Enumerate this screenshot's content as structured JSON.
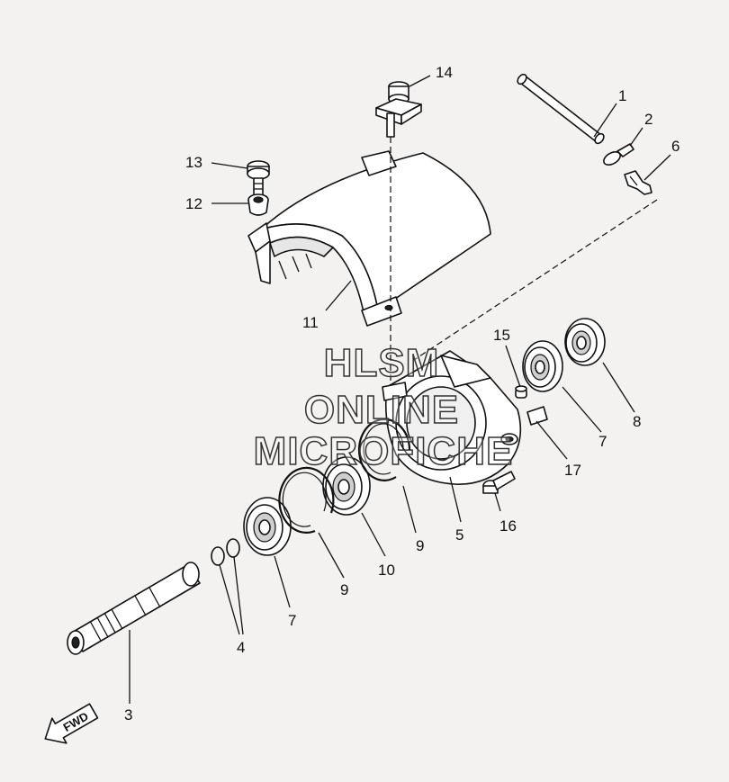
{
  "diagram": {
    "callouts": {
      "p1": "1",
      "p2": "2",
      "p3": "3",
      "p4": "4",
      "p5": "5",
      "p6": "6",
      "p7a": "7",
      "p7b": "7",
      "p8": "8",
      "p9a": "9",
      "p9b": "9",
      "p10": "10",
      "p11": "11",
      "p12": "12",
      "p13": "13",
      "p14": "14",
      "p15": "15",
      "p16": "16",
      "p17": "17"
    },
    "direction_label": "FWD"
  },
  "watermark": {
    "line1": "HLSM",
    "line2": "ONLINE",
    "line3": "MICROFICHE"
  }
}
